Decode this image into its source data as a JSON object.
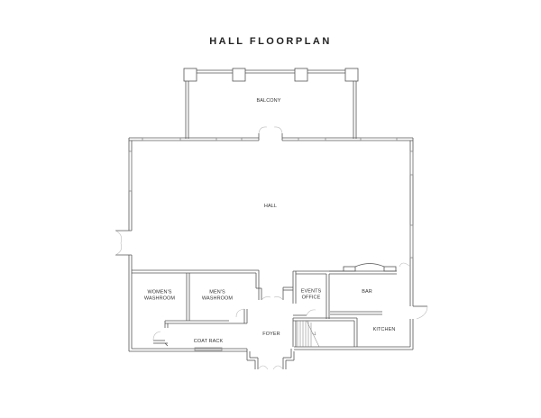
{
  "title": "HALL FLOORPLAN",
  "rooms": {
    "balcony": "BALCONY",
    "hall": "HALL",
    "womens_washroom_1": "WOMEN'S",
    "womens_washroom_2": "WASHROOM",
    "mens_washroom_1": "MEN'S",
    "mens_washroom_2": "WASHROOM",
    "events_office_1": "EVENTS",
    "events_office_2": "OFFICE",
    "bar": "BAR",
    "kitchen": "KITCHEN",
    "foyer": "FOYER",
    "coat_rack": "COAT RACK"
  },
  "colors": {
    "wall": "#555555",
    "window": "#888888",
    "door_swing": "#bbbbbb",
    "text": "#333333"
  }
}
